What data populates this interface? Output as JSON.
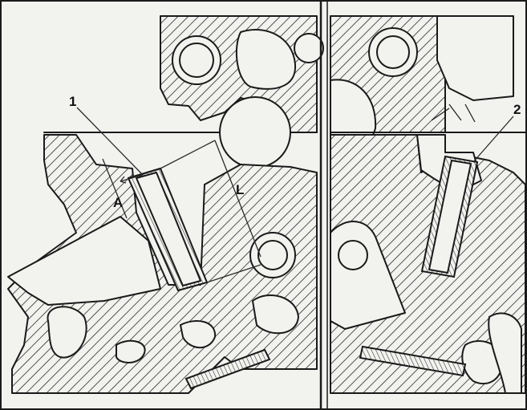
{
  "figure": {
    "callouts": {
      "left_part": "1",
      "right_part": "2",
      "dimension_a": "A",
      "dimension_l": "L"
    }
  }
}
